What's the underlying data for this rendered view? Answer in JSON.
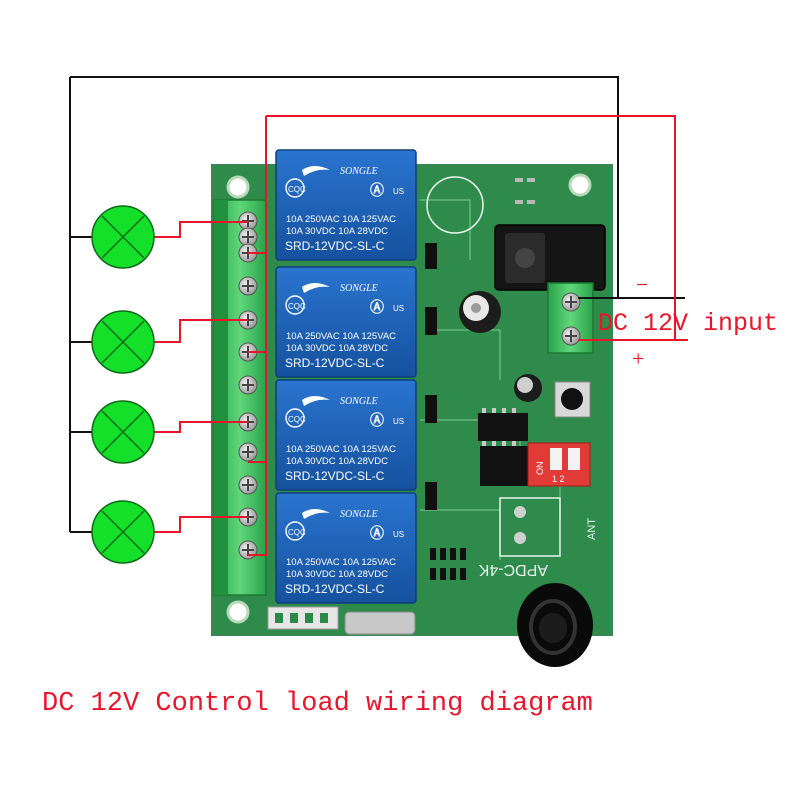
{
  "caption": "DC 12V Control   load wiring diagram",
  "supply": {
    "label": "DC 12V input",
    "minus": "−",
    "plus": "+"
  },
  "relays": [
    {
      "brand": "SONGLE",
      "cert": "CQC",
      "ul": "US",
      "rating1": "10A 250VAC  10A 125VAC",
      "rating2": "10A 30VDC  10A 28VDC",
      "model": "SRD-12VDC-SL-C"
    },
    {
      "brand": "SONGLE",
      "cert": "CQC",
      "ul": "US",
      "rating1": "10A 250VAC  10A 125VAC",
      "rating2": "10A 30VDC  10A 28VDC",
      "model": "SRD-12VDC-SL-C"
    },
    {
      "brand": "SONGLE",
      "cert": "CQC",
      "ul": "US",
      "rating1": "10A 250VAC  10A 125VAC",
      "rating2": "10A 30VDC  10A 28VDC",
      "model": "SRD-12VDC-SL-C"
    },
    {
      "brand": "SONGLE",
      "cert": "CQC",
      "ul": "US",
      "rating1": "10A 250VAC  10A 125VAC",
      "rating2": "10A 30VDC  10A 28VDC",
      "model": "SRD-12VDC-SL-C"
    }
  ],
  "board": {
    "model": "APDC-4K",
    "antenna": "ANT",
    "dip_on": "ON",
    "dip_nums": "1 2"
  },
  "colors": {
    "wire_red": "#e8162c",
    "wire_black": "#111111",
    "pcb": "#2f8f4f",
    "terminal": "#3dbb5c",
    "relay": "#1d5fb8",
    "lamp": "#14e02a"
  },
  "icons": {
    "lamp": "lamp-x-icon",
    "screw": "screw-terminal-icon"
  }
}
